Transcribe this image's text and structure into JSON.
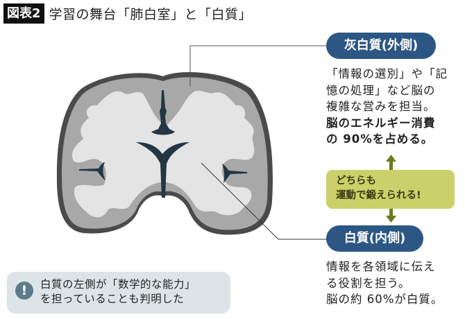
{
  "header": {
    "badge": "図表2",
    "title": "学習の舞台「肺白室」と「白質」"
  },
  "gray_matter": {
    "label": "灰白質(外側)",
    "lines": [
      "「情報の選別」や「記",
      "憶の処理」など脳の",
      "複雑な営みを担当。"
    ],
    "bold_lines": [
      "脳のエネルギー消費",
      "の 90%を占める。"
    ]
  },
  "exercise_note": {
    "lines": [
      "どちらも",
      "運動で鍛えられる!"
    ]
  },
  "white_matter": {
    "label": "白質(内側)",
    "lines": [
      "情報を各領域に伝え",
      "る役割を担う。",
      "脳の約 60%が白質。"
    ]
  },
  "info_box": {
    "icon": "exclamation-icon",
    "lines": [
      "白質の左側が「数学的な能力」",
      "を担っていることも判明した"
    ]
  },
  "colors": {
    "pill": "#2c5784",
    "note": "#cbd06a",
    "arrow": "#6b7a1c",
    "outer_brain": "#4a4a4a",
    "gray_matter": "#a8a8a8",
    "white_matter": "#e4e4e4",
    "ventricle": "#233744"
  }
}
